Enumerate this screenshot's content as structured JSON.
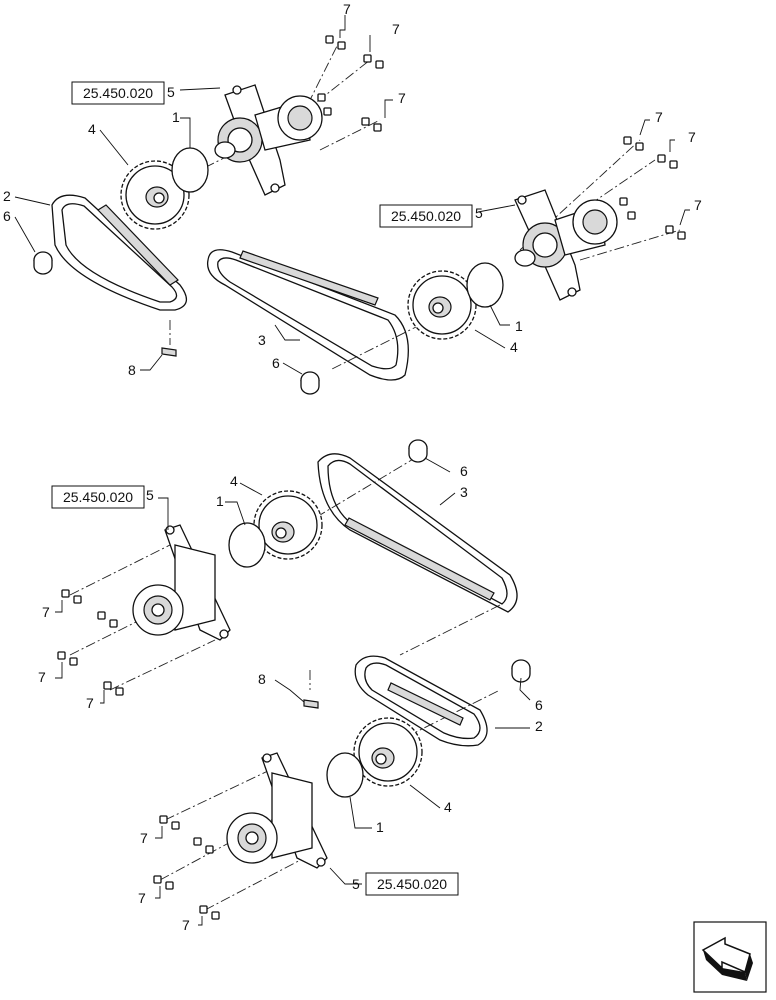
{
  "callouts": {
    "ring": "1",
    "guide_small": "2",
    "guide_large": "3",
    "sprocket": "4",
    "bearing_housing": "5",
    "plug": "6",
    "nut": "7",
    "clip": "8"
  },
  "reference": "25.450.020"
}
